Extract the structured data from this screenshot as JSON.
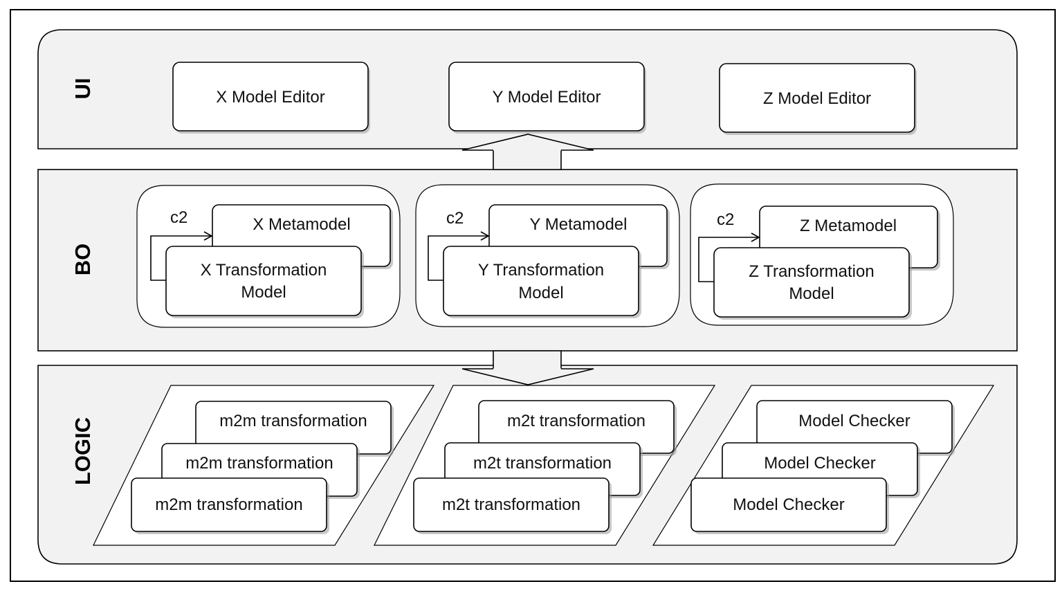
{
  "colors": {
    "panel_fill": "#f2f2f2",
    "box_fill": "#ffffff",
    "stroke": "#000000"
  },
  "layers": {
    "ui": {
      "label": "UI",
      "editors": [
        "X Model Editor",
        "Y Model Editor",
        "Z Model Editor"
      ]
    },
    "bo": {
      "label": "BO",
      "groups": [
        {
          "c2": "c2",
          "metamodel": "X Metamodel",
          "transformation_line1": "X Transformation",
          "transformation_line2": "Model"
        },
        {
          "c2": "c2",
          "metamodel": "Y Metamodel",
          "transformation_line1": "Y Transformation",
          "transformation_line2": "Model"
        },
        {
          "c2": "c2",
          "metamodel": "Z Metamodel",
          "transformation_line1": "Z Transformation",
          "transformation_line2": "Model"
        }
      ]
    },
    "logic": {
      "label": "LOGIC",
      "groups": [
        {
          "items": [
            "m2m transformation",
            "m2m transformation",
            "m2m transformation"
          ]
        },
        {
          "items": [
            "m2t transformation",
            "m2t transformation",
            "m2t transformation"
          ]
        },
        {
          "items": [
            "Model Checker",
            "Model Checker",
            "Model Checker"
          ]
        }
      ]
    }
  }
}
